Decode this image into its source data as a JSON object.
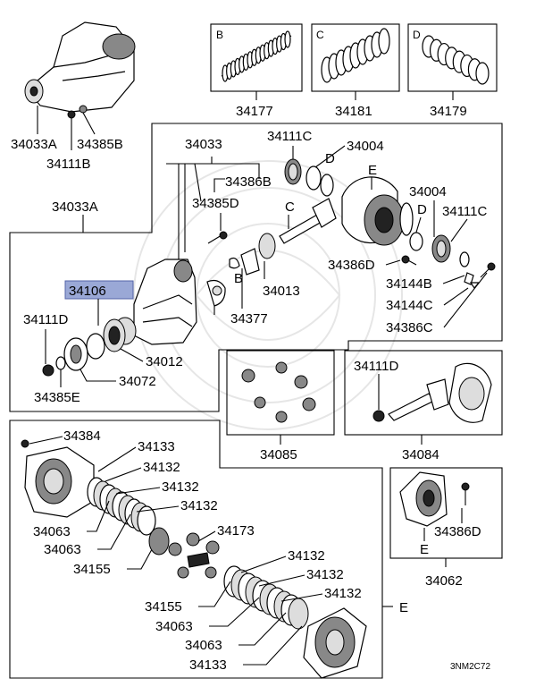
{
  "boxes": {
    "b": {
      "letter": "B",
      "part": "34177"
    },
    "c": {
      "letter": "C",
      "part": "34181"
    },
    "d": {
      "letter": "D",
      "part": "34179"
    }
  },
  "top_assembly": {
    "a": "34033A",
    "b": "34385B",
    "c": "34111B"
  },
  "main_frame": {
    "label_34033A": "34033A",
    "labels": {
      "p34033": "34033",
      "p34386B": "34386B",
      "p34385D": "34385D",
      "p34111C_top": "34111C",
      "p34004_top": "34004",
      "letter_D_top": "D",
      "letter_C": "C",
      "letter_E": "E",
      "letter_D_right": "D",
      "p34004_right": "34004",
      "p34111C_right": "34111C",
      "p34386D": "34386D",
      "letter_B": "B",
      "p34013": "34013",
      "p34377": "34377",
      "p34144B": "34144B",
      "p34144C": "34144C",
      "p34386C": "34386C",
      "p34106": "34106",
      "p34111D": "34111D",
      "p34012": "34012",
      "p34072": "34072",
      "p34385E": "34385E"
    }
  },
  "gears_box": {
    "part": "34085"
  },
  "pinion_box": {
    "id_label": "34111D",
    "part": "34084"
  },
  "case_box": {
    "id_label": "34386D",
    "letter": "E",
    "part": "34062"
  },
  "lsd_frame": {
    "letter_E": "E",
    "labels": {
      "p34384": "34384",
      "p34133_top": "34133",
      "p34132_a": "34132",
      "p34132_b": "34132",
      "p34132_c": "34132",
      "p34063_a": "34063",
      "p34063_b": "34063",
      "p34155_a": "34155",
      "p34173": "34173",
      "p34132_d": "34132",
      "p34132_e": "34132",
      "p34132_f": "34132",
      "p34155_b": "34155",
      "p34063_c": "34063",
      "p34063_d": "34063",
      "p34133_bottom": "34133"
    }
  },
  "code": "3NM2C72",
  "highlight_color": "#9aa8d6"
}
